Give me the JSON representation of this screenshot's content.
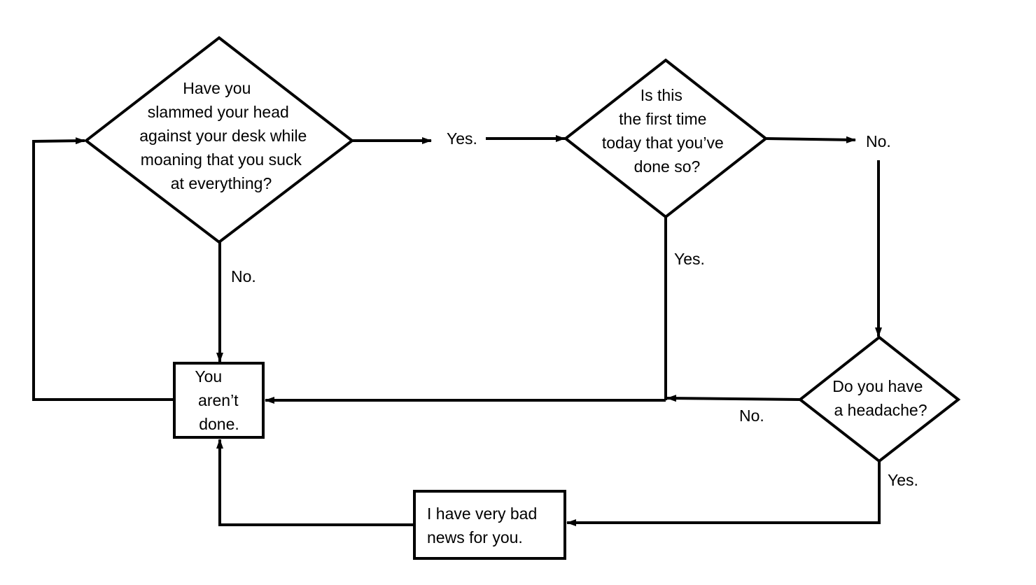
{
  "nodes": {
    "slammed_head": {
      "lines": [
        "Have you",
        "slammed your head",
        "against your desk while",
        "moaning that you suck",
        "at everything?"
      ]
    },
    "first_time": {
      "lines": [
        "Is this",
        "the first time",
        "today that you’ve",
        "done so?"
      ]
    },
    "headache": {
      "lines": [
        "Do you have",
        "a headache?"
      ]
    },
    "not_done": {
      "lines": [
        "You",
        "aren’t",
        "done."
      ]
    },
    "bad_news": {
      "lines": [
        "I have very bad",
        "news for you."
      ]
    }
  },
  "edge_labels": {
    "slammed_yes": "Yes.",
    "slammed_no": "No.",
    "first_time_no": "No.",
    "first_time_yes": "Yes.",
    "headache_no": "No.",
    "headache_yes": "Yes."
  },
  "colors": {
    "stroke": "#000000",
    "fill": "#ffffff",
    "background": "#ffffff"
  }
}
